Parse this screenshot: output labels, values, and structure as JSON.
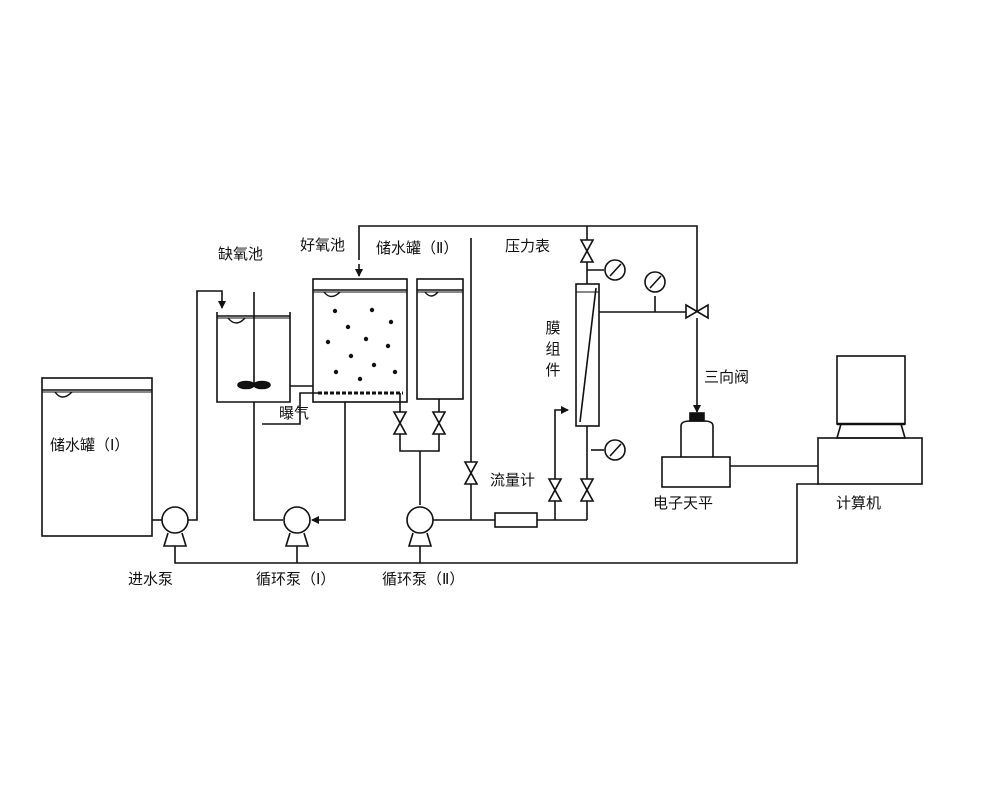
{
  "labels": {
    "storage_tank_1": "储水罐（Ⅰ）",
    "anoxic_tank": "缺氧池",
    "aerobic_tank": "好氧池",
    "storage_tank_2": "储水罐（Ⅱ）",
    "pressure_gauge": "压力表",
    "membrane_module": "膜组件",
    "three_way_valve": "三向阀",
    "aeration": "曝气",
    "flowmeter": "流量计",
    "electronic_balance": "电子天平",
    "computer": "计算机",
    "feed_pump": "进水泵",
    "circulation_pump_1": "循环泵（Ⅰ）",
    "circulation_pump_2": "循环泵（Ⅱ）"
  }
}
